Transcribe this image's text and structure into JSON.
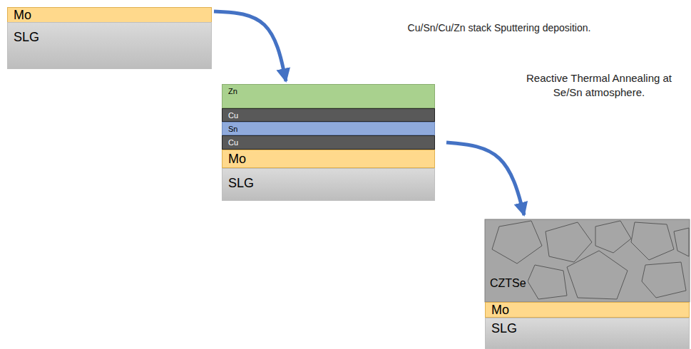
{
  "diagram": {
    "nodes": [
      {
        "text": [
          "Mo"
        ]
      },
      {
        "text": [
          "SLG"
        ]
      },
      {
        "text": [
          "Zn"
        ]
      },
      {
        "text": [
          "Cu"
        ]
      },
      {
        "text": [
          "Sn"
        ]
      },
      {
        "text": [
          "Cu"
        ]
      },
      {
        "text": [
          "Mo"
        ]
      },
      {
        "text": [
          "SLG"
        ]
      },
      {
        "text": [
          "CZTSe"
        ]
      },
      {
        "text": [
          "Mo"
        ]
      },
      {
        "text": [
          "SLG"
        ]
      }
    ],
    "edges": [
      {
        "from": 0,
        "to": 2,
        "arrow": "to",
        "label": "Cu/Sn/Cu/Zn stack Sputtering deposition."
      },
      {
        "from": 5,
        "to": 8,
        "arrow": "to",
        "label": "Reactive Thermal Annealing at Se/Sn atmosphere."
      }
    ]
  }
}
